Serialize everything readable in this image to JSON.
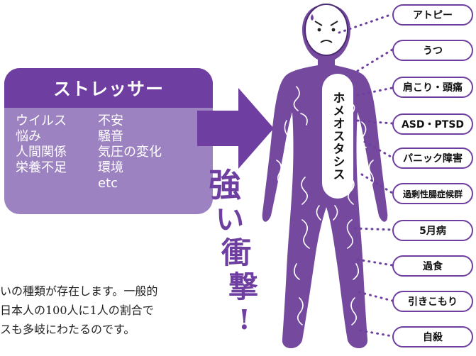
{
  "stressor": {
    "title": "ストレッサー",
    "left_items": [
      "ウイルス",
      "悩み",
      "人間関係",
      "栄養不足"
    ],
    "right_items": [
      "不安",
      "騒音",
      "気圧の変化",
      "環境",
      "etc"
    ]
  },
  "impact_text": [
    "強",
    "い",
    "衝",
    "撃",
    "!"
  ],
  "homeostasis": "ホメオスタシス",
  "symptoms": [
    "アトピー",
    "うつ",
    "肩こり・頭痛",
    "ASD・PTSD",
    "パニック障害",
    "過剰性腸症候群",
    "5月病",
    "過食",
    "引きこもり",
    "自殺"
  ],
  "paragraph": [
    "いの種類が存在します。一般的",
    "日本人の100人に1人の割合で",
    "スも多岐にわたるのです。"
  ],
  "colors": {
    "purple_dark": "#6e3fa0",
    "purple_light": "#9c82c0",
    "body_fill": "#74499e"
  }
}
